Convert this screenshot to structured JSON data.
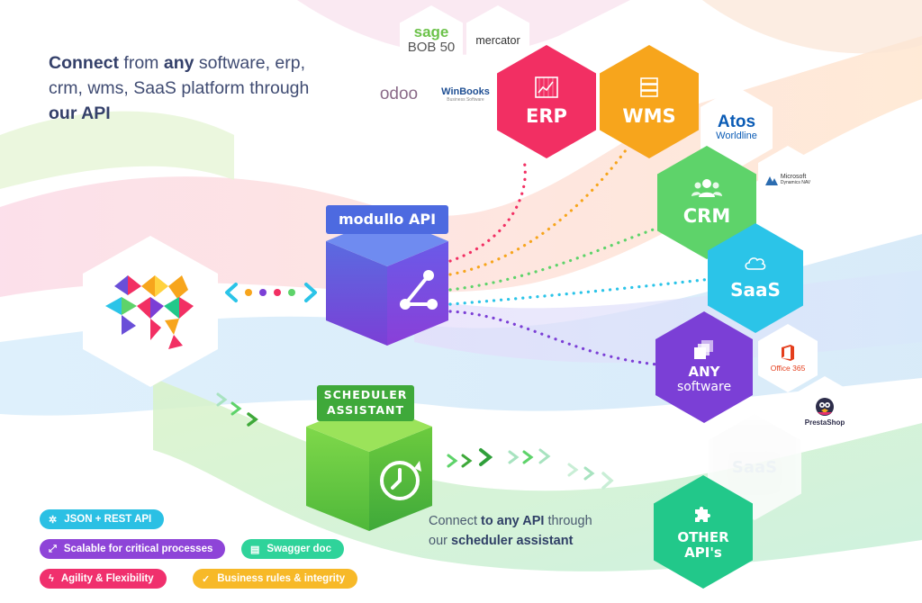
{
  "headline": {
    "p1": "Connect",
    "p2": " from ",
    "p3": "any",
    "p4": " software, erp, crm, wms, SaaS platform through ",
    "p5": "our API"
  },
  "api_box": {
    "label": "modullo API"
  },
  "scheduler_box": {
    "label_line1": "SCHEDULER",
    "label_line2": "ASSISTANT"
  },
  "targets": {
    "erp": "ERP",
    "wms": "WMS",
    "crm": "CRM",
    "saas": "SaaS",
    "any_line1": "ANY",
    "any_line2": "software",
    "saas_faded": "SaaS",
    "other_line1": "OTHER",
    "other_line2": "API's"
  },
  "logos": {
    "sage_line1": "sage",
    "sage_line2": "BOB 50",
    "mercator": "mercator",
    "odoo": "odoo",
    "winbooks": "WinBooks",
    "winbooks_sub": "Business Software",
    "atos_line1": "Atos",
    "atos_line2": "Worldline",
    "msdyn_line1": "Microsoft",
    "msdyn_line2": "Dynamics NAV",
    "office": "Office 365",
    "prestashop": "PrestaShop"
  },
  "caption": {
    "p1": "Connect ",
    "p2": "to any API",
    "p3": " through",
    "p4": "our ",
    "p5": "scheduler assistant"
  },
  "features": [
    {
      "label": "JSON + REST API",
      "color": "#2bc0e4"
    },
    {
      "label": "Scalable for critical processes",
      "color": "#8e44d8"
    },
    {
      "label": "Swagger doc",
      "color": "#2fd39a"
    },
    {
      "label": "Agility & Flexibility",
      "color": "#f0306d"
    },
    {
      "label": "Business rules & integrity",
      "color": "#f7b928"
    }
  ],
  "colors": {
    "erp": "#f22f63",
    "wms": "#f7a51c",
    "crm": "#5ed36a",
    "saas": "#2bc4e8",
    "any": "#7b3fd6",
    "other": "#22c88a",
    "api": "#6a4fd8",
    "scheduler": "#6cc93a"
  }
}
